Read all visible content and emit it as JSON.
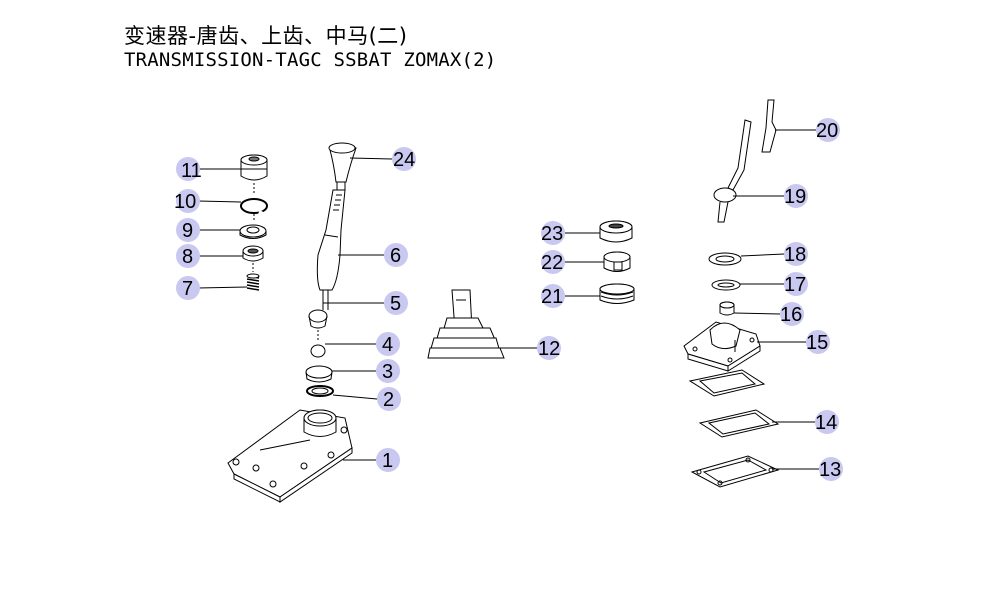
{
  "title_cn": "变速器-唐齿、上齿、中马(二)",
  "title_en": "TRANSMISSION-TAGC SSBAT ZOMAX(2)",
  "callout_color": "#c8c8f0",
  "callouts": {
    "c1": "1",
    "c2": "2",
    "c3": "3",
    "c4": "4",
    "c5": "5",
    "c6": "6",
    "c7": "7",
    "c8": "8",
    "c9": "9",
    "c10": "10",
    "c11": "11",
    "c12": "12",
    "c13": "13",
    "c14": "14",
    "c15": "15",
    "c16": "16",
    "c17": "17",
    "c18": "18",
    "c19": "19",
    "c20": "20",
    "c21": "21",
    "c22": "22",
    "c23": "23",
    "c24": "24"
  }
}
